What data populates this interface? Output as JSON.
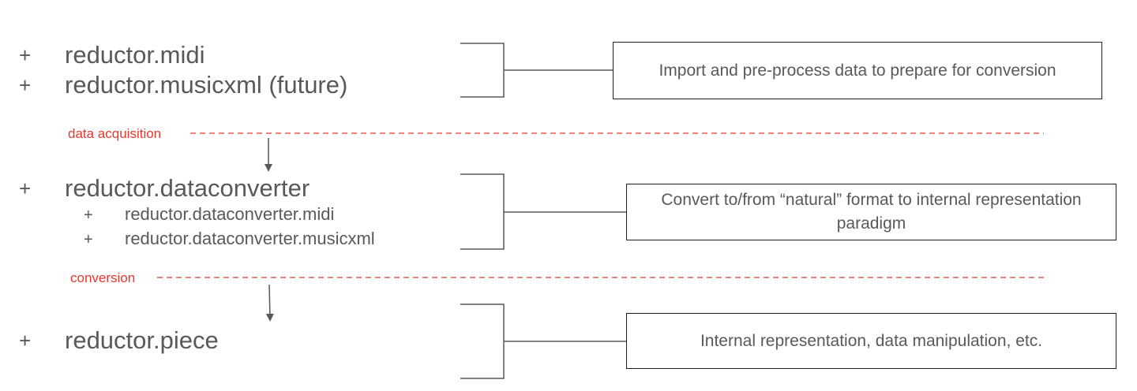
{
  "groups": [
    {
      "modules": [
        {
          "bullet": "+",
          "label": "reductor.midi"
        },
        {
          "bullet": "+",
          "label": "reductor.musicxml  (future)"
        }
      ],
      "description": "Import and pre-process data to prepare for conversion"
    },
    {
      "modules": [
        {
          "bullet": "+",
          "label": "reductor.dataconverter"
        }
      ],
      "submodules": [
        {
          "bullet": "+",
          "label": "reductor.dataconverter.midi"
        },
        {
          "bullet": "+",
          "label": "reductor.dataconverter.musicxml"
        }
      ],
      "description": "Convert to/from “natural” format to internal representation paradigm"
    },
    {
      "modules": [
        {
          "bullet": "+",
          "label": "reductor.piece"
        }
      ],
      "description": "Internal representation, data manipulation, etc."
    }
  ],
  "stages": [
    {
      "label": "data acquisition"
    },
    {
      "label": "conversion"
    }
  ],
  "colors": {
    "text": "#595959",
    "stage_line": "#e8372b",
    "bracket": "#595959",
    "box_border": "#1f1f1f"
  }
}
